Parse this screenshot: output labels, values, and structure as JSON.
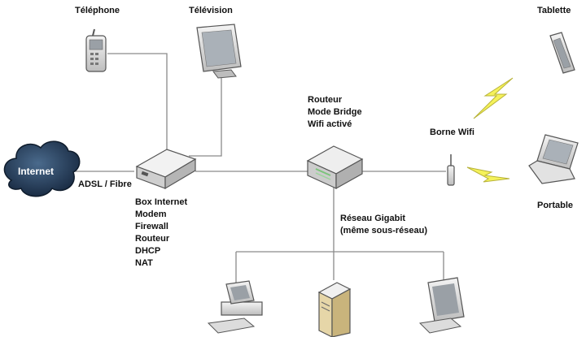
{
  "labels": {
    "telephone": "Téléphone",
    "television": "Télévision",
    "tablette": "Tablette",
    "internet": "Internet",
    "adsl": "ADSL / Fibre",
    "borne_wifi": "Borne Wifi",
    "portable": "Portable",
    "routeur_lines": [
      "Routeur",
      "Mode Bridge",
      "Wifi activé"
    ],
    "box_lines": [
      "Box Internet",
      "Modem",
      "Firewall",
      "Routeur",
      "DHCP",
      "NAT"
    ],
    "reseau_lines": [
      "Réseau Gigabit",
      "(même sous-réseau)"
    ]
  },
  "icons": {
    "cloud": "cloud-icon",
    "phone": "mobile-phone-icon",
    "tv": "monitor-icon",
    "box": "modem-box-icon",
    "router": "router-icon",
    "antenna": "antenna-icon",
    "tablet": "tablet-icon",
    "laptop": "laptop-icon",
    "bolt": "lightning-icon",
    "desktop": "desktop-computer-icon",
    "server": "tower-server-icon"
  },
  "colors": {
    "cloud": "#1f3550",
    "bolt": "#f5f25a",
    "line": "#8a8a8a",
    "device": "#d8d8d8"
  }
}
